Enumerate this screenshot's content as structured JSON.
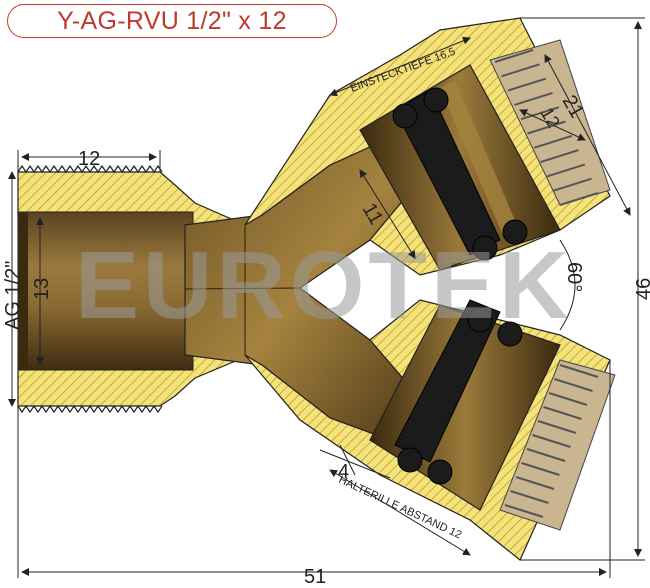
{
  "title": "Y-AG-RVU 1/2\" x 12",
  "watermark": "EUROTEK",
  "dimensions": {
    "thread_length": "12",
    "thread_label": "AG 1/2\"",
    "bore": "13",
    "inner_length": "11",
    "insertion_depth_label": "EINSTECKTIEFE 16.5",
    "outer_diameter": "21",
    "inner_diameter": "12",
    "angle": "60°",
    "groove_offset": "4",
    "groove_distance_label": "HALTERILLE ABSTAND 12",
    "total_length": "51",
    "total_height": "46"
  },
  "colors": {
    "title": "#c0392b",
    "brass_fill": "#f4e27a",
    "brass_hatch": "#c9a93a",
    "bronze_mid": "#8a6a32",
    "bronze_dark": "#4a3516",
    "oring": "#1b1b1b",
    "watermark": "#9a9a9a",
    "dim_line": "#222222"
  }
}
